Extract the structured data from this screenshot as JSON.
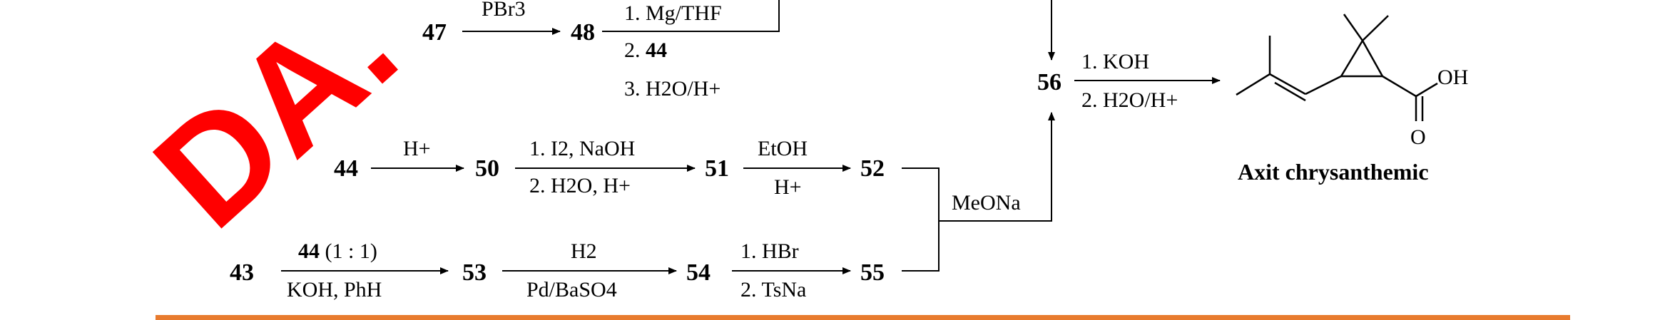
{
  "watermark": "DA.",
  "compounds": {
    "c43": "43",
    "c44_top": "44",
    "c44_mid": "44",
    "c44_bot": "44",
    "c47": "47",
    "c48": "48",
    "c50": "50",
    "c51": "51",
    "c52": "52",
    "c53": "53",
    "c54": "54",
    "c55": "55",
    "c56": "56"
  },
  "reagents": {
    "pbr3": "PBr3",
    "mg_thf": "1. Mg/THF",
    "step2_44_prefix": "2. ",
    "step3_h2o": "3. H2O/H+",
    "h_plus": "H+",
    "i2_naoh": "1. I2, NaOH",
    "h2o_hplus_2": "2. H2O, H+",
    "etoh": "EtOH",
    "h_plus_2": "H+",
    "ratio": "(1 : 1)",
    "koh_phh": "KOH, PhH",
    "h2": "H2",
    "pd_baso4": "Pd/BaSO4",
    "hbr": "1. HBr",
    "tsna": "2. TsNa",
    "meona": "MeONa",
    "koh": "1. KOH",
    "h2o_hplus_final": "2. H2O/H+"
  },
  "product": {
    "oh_label": "OH",
    "o_label": "O",
    "name": "Axit chrysanthemic"
  },
  "colors": {
    "watermark": "#ff0000",
    "footer_bar": "#e87b2e",
    "ink": "#000000"
  }
}
